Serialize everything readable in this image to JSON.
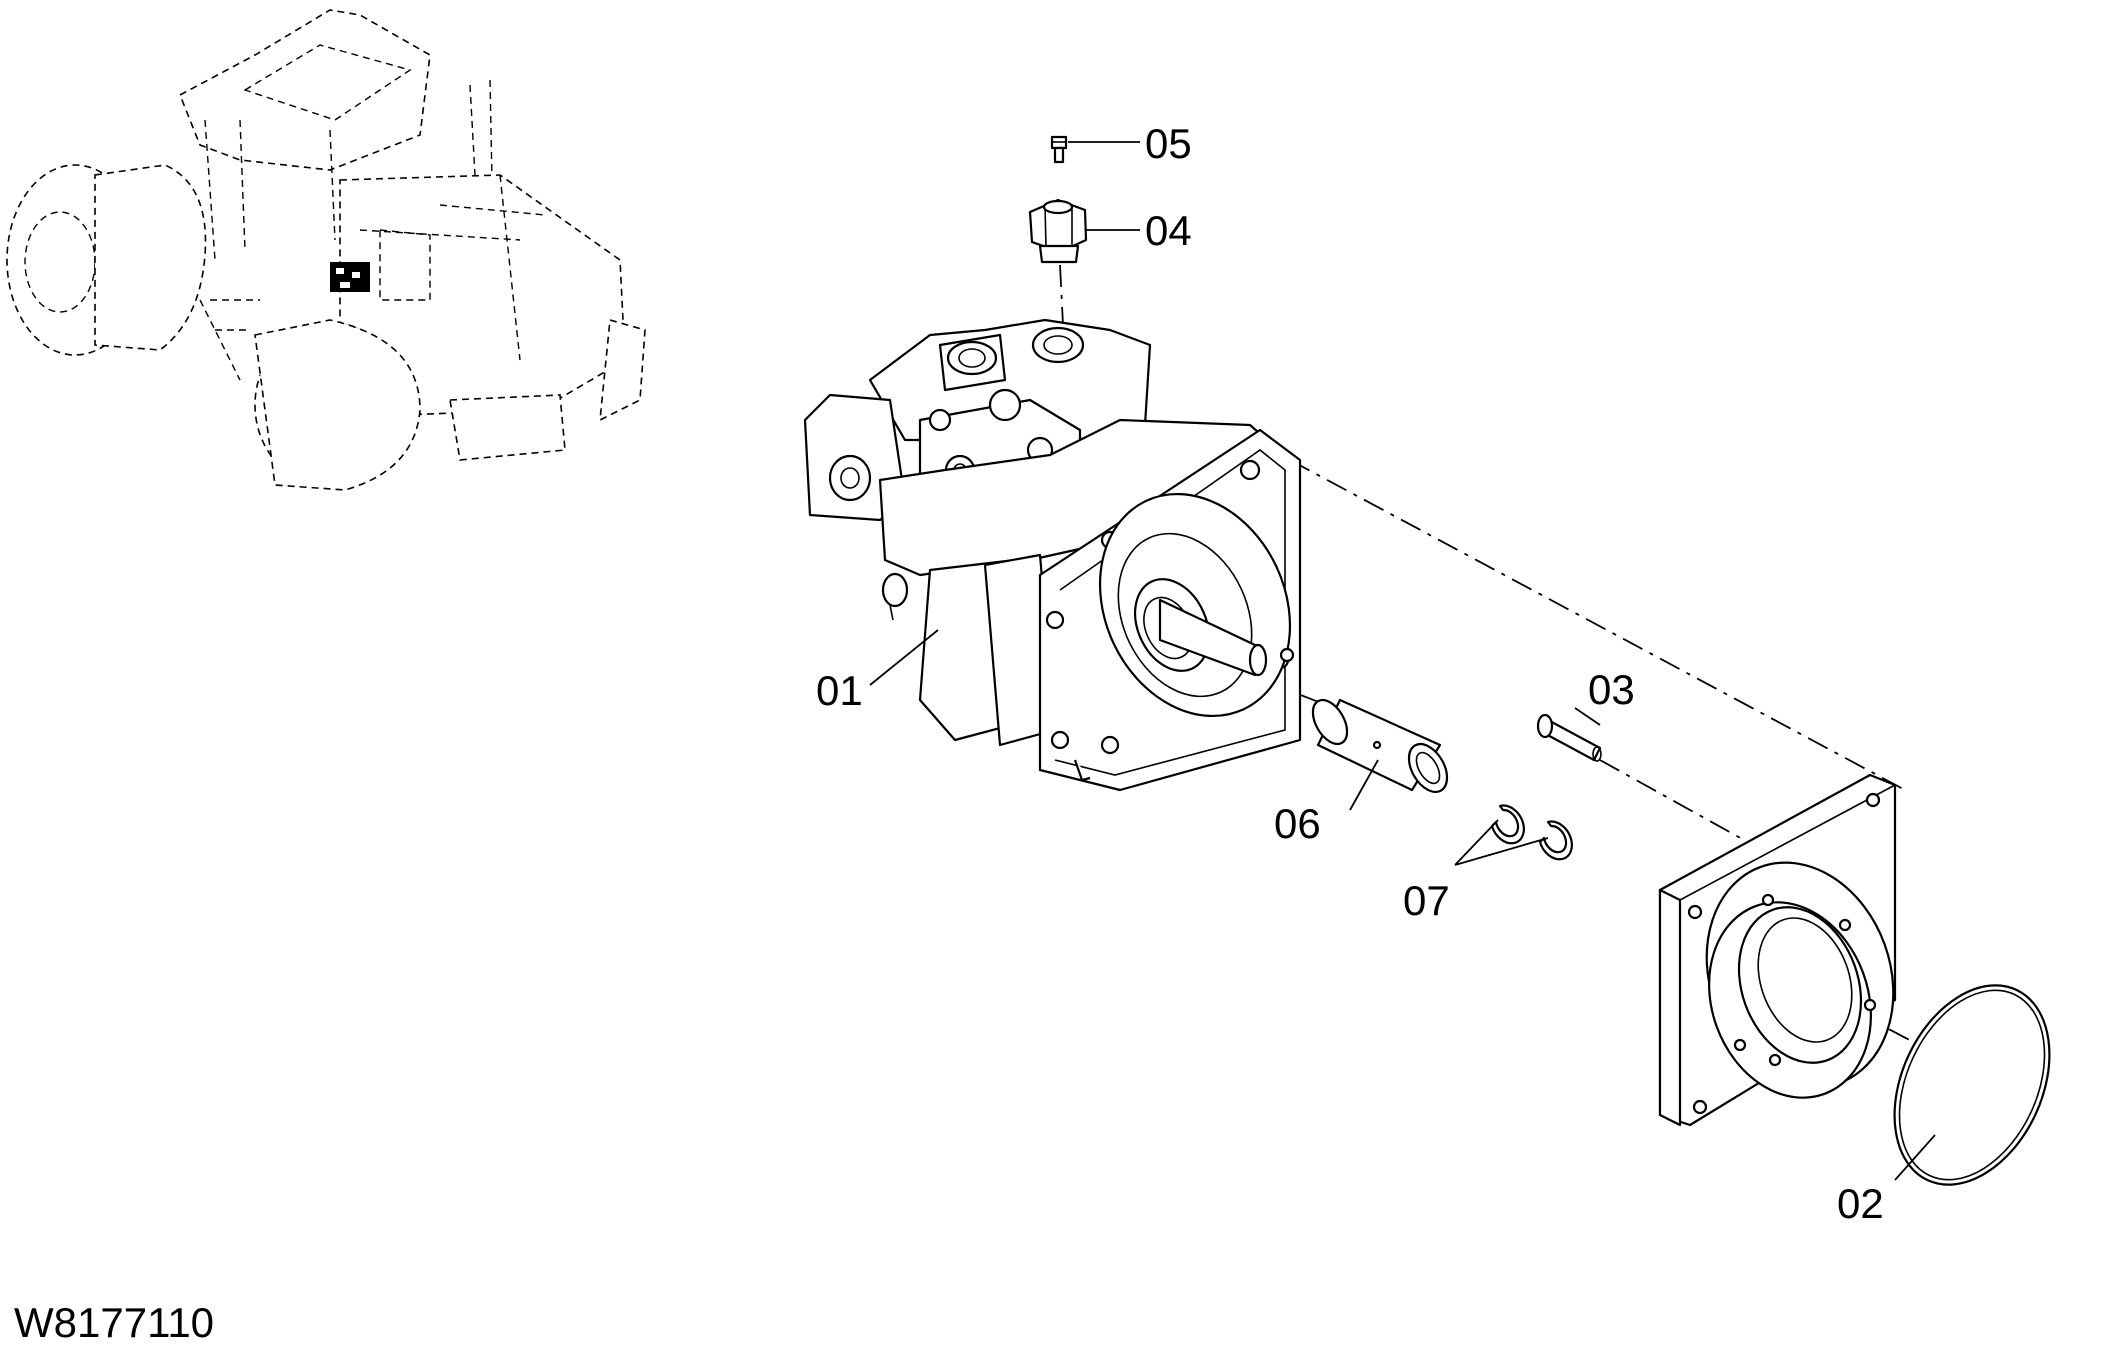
{
  "figure_id": "W8177110",
  "callouts": {
    "c01": "01",
    "c02": "02",
    "c03": "03",
    "c04": "04",
    "c05": "05",
    "c06": "06",
    "c07": "07"
  }
}
